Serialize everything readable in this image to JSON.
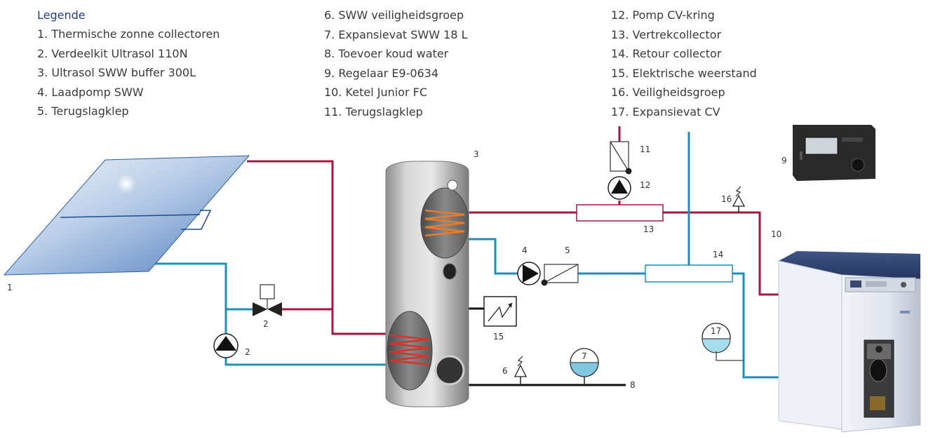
{
  "legend": {
    "title": "Legende",
    "col1": [
      "1. Thermische zonne collectoren",
      "2. Verdeelkit Ultrasol 110N",
      "3. Ultrasol SWW buffer 300L",
      "4. Laadpomp SWW",
      "5. Terugslagklep"
    ],
    "col2": [
      "6. SWW veiligheidsgroep",
      "7. Expansievat SWW 18 L",
      "8. Toevoer koud water",
      "9. Regelaar E9-0634",
      "10. Ketel Junior FC",
      "11. Terugslagklep"
    ],
    "col3": [
      "12. Pomp CV-kring",
      "13. Vertrekcollector",
      "14. Retour collector",
      "15. Elektrische weerstand",
      "16. Veiligheidsgroep",
      "17. Expansievat CV"
    ]
  },
  "labels": {
    "collector": "1",
    "valve_kit": "2",
    "pump_kit": "2",
    "buffer": "3",
    "pump_sww": "4",
    "check_valve_sww": "5",
    "safety_group_sww": "6",
    "expansion_sww": "7",
    "cold_water": "8",
    "controller": "9",
    "boiler": "10",
    "check_valve_cv": "11",
    "pump_cv": "12",
    "supply_collector": "13",
    "return_collector": "14",
    "heater": "15",
    "safety_group_cv": "16",
    "expansion_cv": "17"
  },
  "colors": {
    "hot_pipe": "#a3163d",
    "cold_pipe": "#1e8fb5",
    "water_pipe": "#111111",
    "legend_title": "#1a3f8a"
  }
}
